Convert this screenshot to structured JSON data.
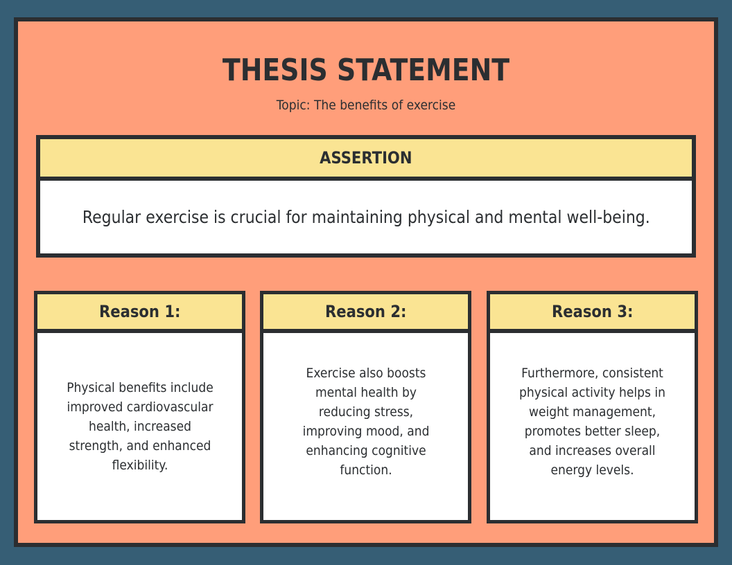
{
  "colors": {
    "background": "#365e75",
    "frame": "#ff9e7a",
    "border": "#2b2e31",
    "header_fill": "#fae493",
    "body_fill": "#ffffff",
    "text": "#2b2e31"
  },
  "header": {
    "title": "THESIS STATEMENT",
    "topic": "Topic: The benefits of exercise"
  },
  "assertion": {
    "label": "ASSERTION",
    "text": "Regular exercise is crucial for maintaining physical and mental well-being."
  },
  "reasons": [
    {
      "label": "Reason 1:",
      "text": "Physical benefits include improved cardiovascular health, increased strength, and enhanced flexibility."
    },
    {
      "label": "Reason 2:",
      "text": "Exercise also boosts mental health by reducing stress, improving mood, and enhancing cognitive function."
    },
    {
      "label": "Reason 3:",
      "text": "Furthermore, consistent physical activity helps in weight management, promotes better sleep, and increases overall energy levels."
    }
  ]
}
